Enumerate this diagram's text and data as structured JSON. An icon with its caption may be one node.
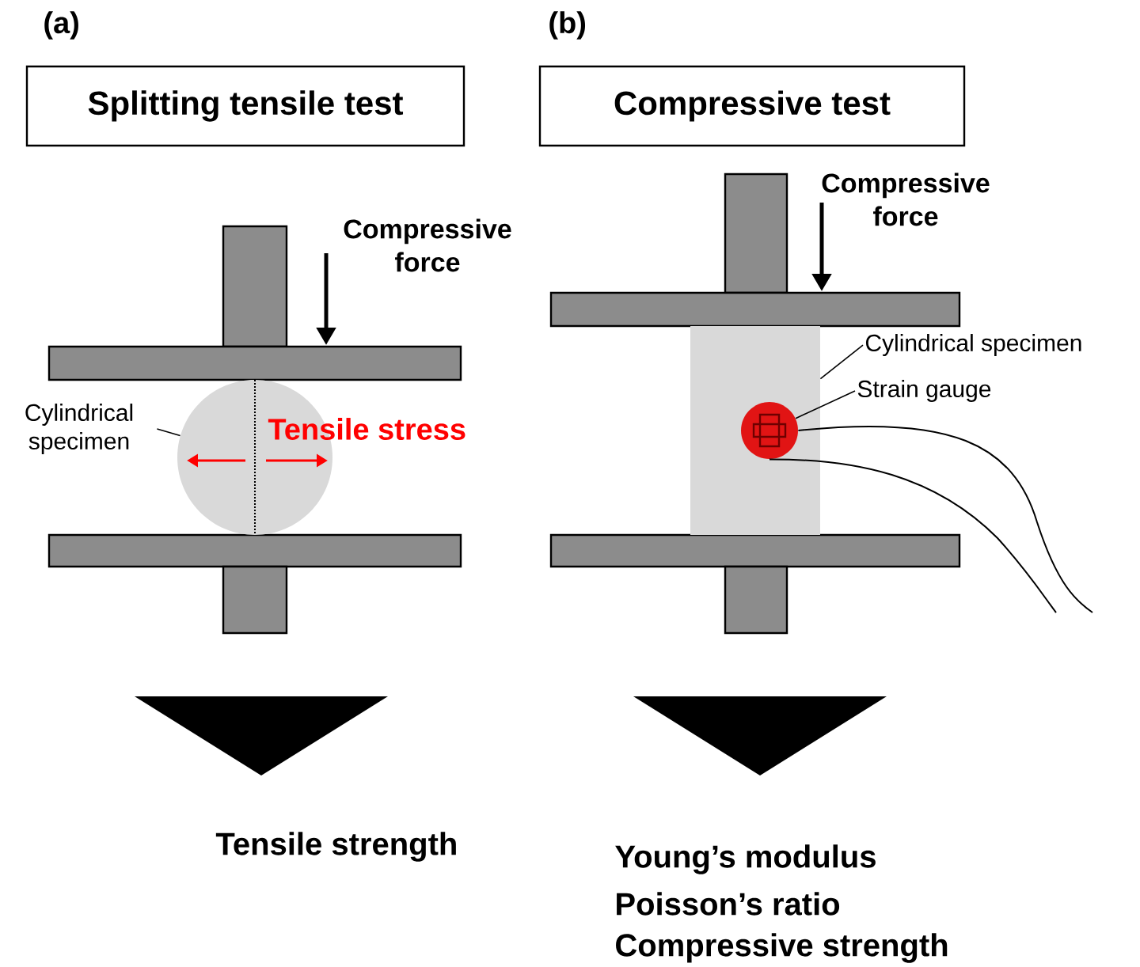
{
  "diagram": {
    "nodes": [
      {
        "text": [
          "Splitting tensile test"
        ]
      },
      {
        "text": [
          "Compressive test"
        ]
      },
      {
        "text": [
          "Cylindrical specimen"
        ]
      },
      {
        "text": [],
        "shape": "circle"
      },
      {
        "text": [
          "Cylindrical specimen"
        ]
      },
      {
        "text": [
          "Strain gauge"
        ]
      },
      {
        "text": [],
        "shape": "box"
      },
      {
        "text": [],
        "shape": "circle",
        "in": 6
      }
    ],
    "edges": [
      {
        "from": 2,
        "to": 3,
        "arrow": "none"
      },
      {
        "from": 4,
        "to": 6,
        "arrow": "none"
      },
      {
        "from": 5,
        "to": 7,
        "arrow": "none"
      }
    ],
    "labels": [
      "(a)",
      "(b)",
      "Compressive force",
      "Tensile stress",
      "Compressive force",
      "Tensile strength",
      "Young’s modulus",
      "Poisson’s ratio",
      "Compressive strength"
    ]
  }
}
